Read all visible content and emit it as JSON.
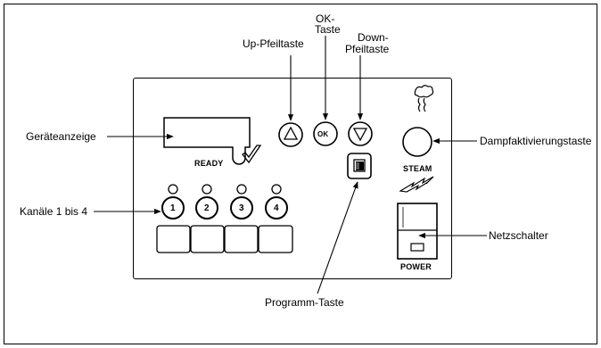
{
  "callouts": {
    "up_key": "Up-Pfeiltaste",
    "ok_key_line1": "OK-",
    "ok_key_line2": "Taste",
    "down_key_line1": "Down-",
    "down_key_line2": "Pfeiltaste",
    "display": "Geräteanzeige",
    "steam_button": "Dampfaktivierungstaste",
    "channels": "Kanäle 1 bis 4",
    "power_switch": "Netzschalter",
    "program_key": "Programm-Taste"
  },
  "panel": {
    "ready_label": "READY",
    "ok_button_label": "OK",
    "steam_label": "STEAM",
    "power_label": "POWER",
    "channel_buttons": [
      "1",
      "2",
      "3",
      "4"
    ]
  },
  "icons": {
    "up_arrow": "triangle-up-icon",
    "down_arrow": "triangle-down-icon",
    "steam": "steam-cloud-icon",
    "checkmark": "checkmark-icon",
    "lightning": "lightning-icon",
    "program": "program-square-icon"
  }
}
